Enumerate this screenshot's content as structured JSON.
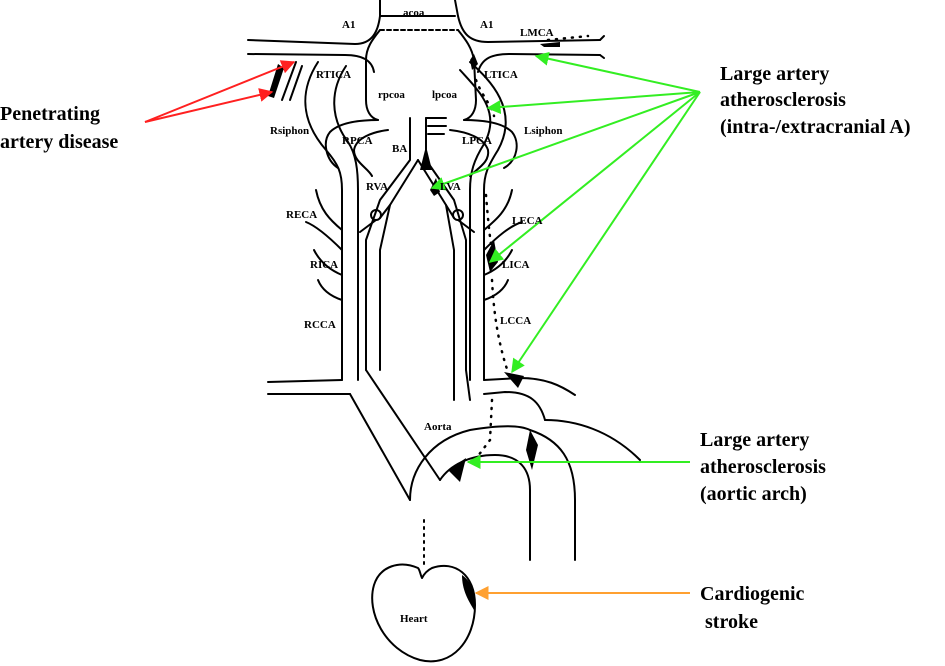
{
  "colors": {
    "line": "#000000",
    "background": "#ffffff",
    "penetrating_arrow": "#ff2020",
    "large_artery_arrow": "#33ee22",
    "cardiogenic_arrow": "#ffa030"
  },
  "vessels": {
    "acoa": "acoa",
    "a1_left": "A1",
    "a1_right": "A1",
    "lmca": "LMCA",
    "rtica": "RTICA",
    "ltica": "LTICA",
    "rpcoa": "rpcoa",
    "lpcoa": "lpcoa",
    "rsiphon": "Rsiphon",
    "lsiphon": "Lsiphon",
    "rpca": "RPCA",
    "lpca": "LPCA",
    "ba": "BA",
    "rva": "RVA",
    "lva": "LVA",
    "reca": "RECA",
    "leca": "LECA",
    "rica": "RICA",
    "lica": "LICA",
    "rcca": "RCCA",
    "lcca": "LCCA",
    "aorta": "Aorta",
    "heart": "Heart"
  },
  "annotations": {
    "penetrating": [
      "Penetrating",
      "artery disease"
    ],
    "large_artery_intra": [
      "Large artery",
      "atherosclerosis",
      "(intra-/extracranial A)"
    ],
    "large_artery_arch": [
      "Large artery",
      "atherosclerosis",
      "(aortic arch)"
    ],
    "cardiogenic": [
      "Cardiogenic",
      "stroke"
    ]
  }
}
